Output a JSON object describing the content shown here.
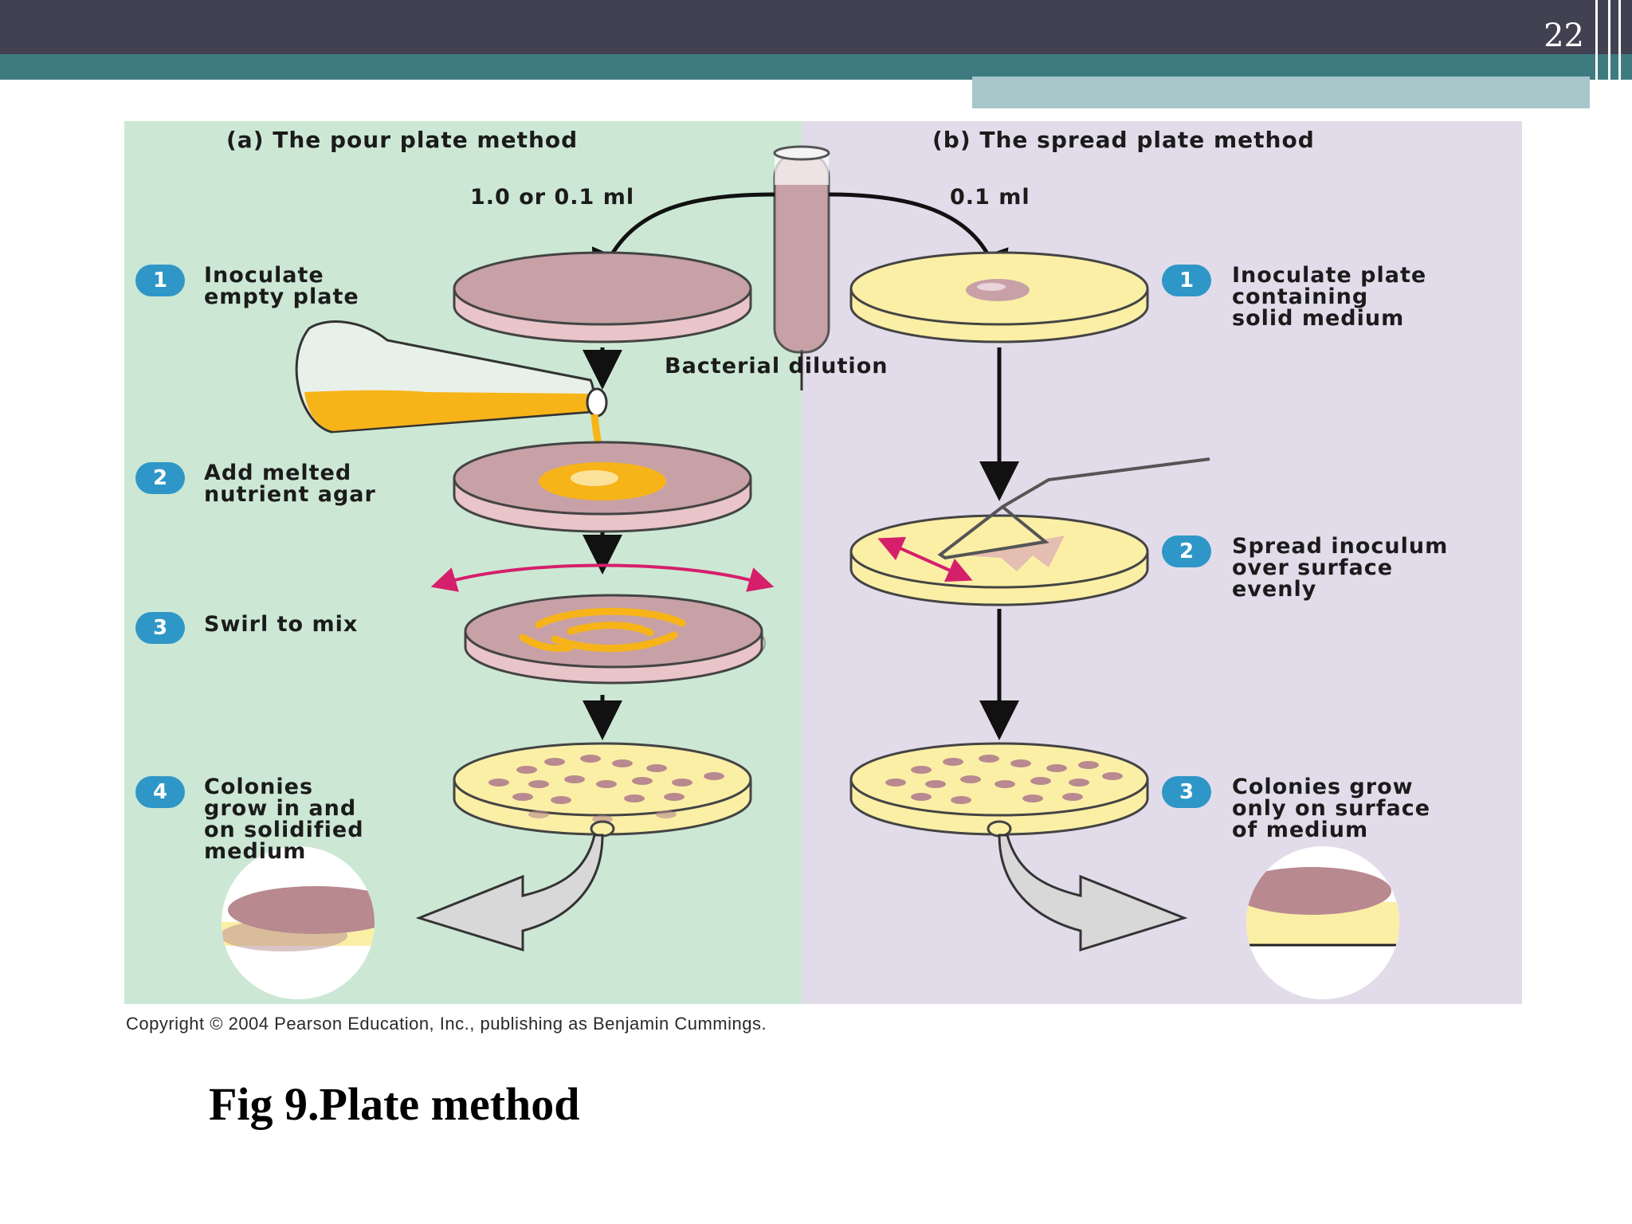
{
  "slide": {
    "number": "22",
    "caption": "Fig 9.Plate method",
    "copyright": "Copyright © 2004 Pearson Education, Inc., publishing as Benjamin Cummings."
  },
  "figure": {
    "colors": {
      "pour_panel": "#cce8d4",
      "spread_panel": "#e2dcea",
      "badge": "#2f97c7",
      "agar_yellow": "#fbefa6",
      "dilution_pink": "#c7a1a6",
      "pour_yellow": "#f7b418",
      "swirl_arrow": "#d61f6b",
      "colony": "#b8898f"
    },
    "center": {
      "label": "Bacterial dilution"
    },
    "pour": {
      "title": "(a) The pour plate method",
      "volume": "1.0 or 0.1 ml",
      "steps": [
        {
          "num": "1",
          "text": "Inoculate\nempty plate"
        },
        {
          "num": "2",
          "text": "Add melted\nnutrient agar"
        },
        {
          "num": "3",
          "text": "Swirl to mix"
        },
        {
          "num": "4",
          "text": "Colonies\ngrow in and\non solidified\nmedium"
        }
      ]
    },
    "spread": {
      "title": "(b) The spread plate method",
      "volume": "0.1 ml",
      "steps": [
        {
          "num": "1",
          "text": "Inoculate plate\ncontaining\nsolid medium"
        },
        {
          "num": "2",
          "text": "Spread inoculum\nover surface\nevenly"
        },
        {
          "num": "3",
          "text": "Colonies grow\nonly on surface\nof medium"
        }
      ]
    }
  }
}
